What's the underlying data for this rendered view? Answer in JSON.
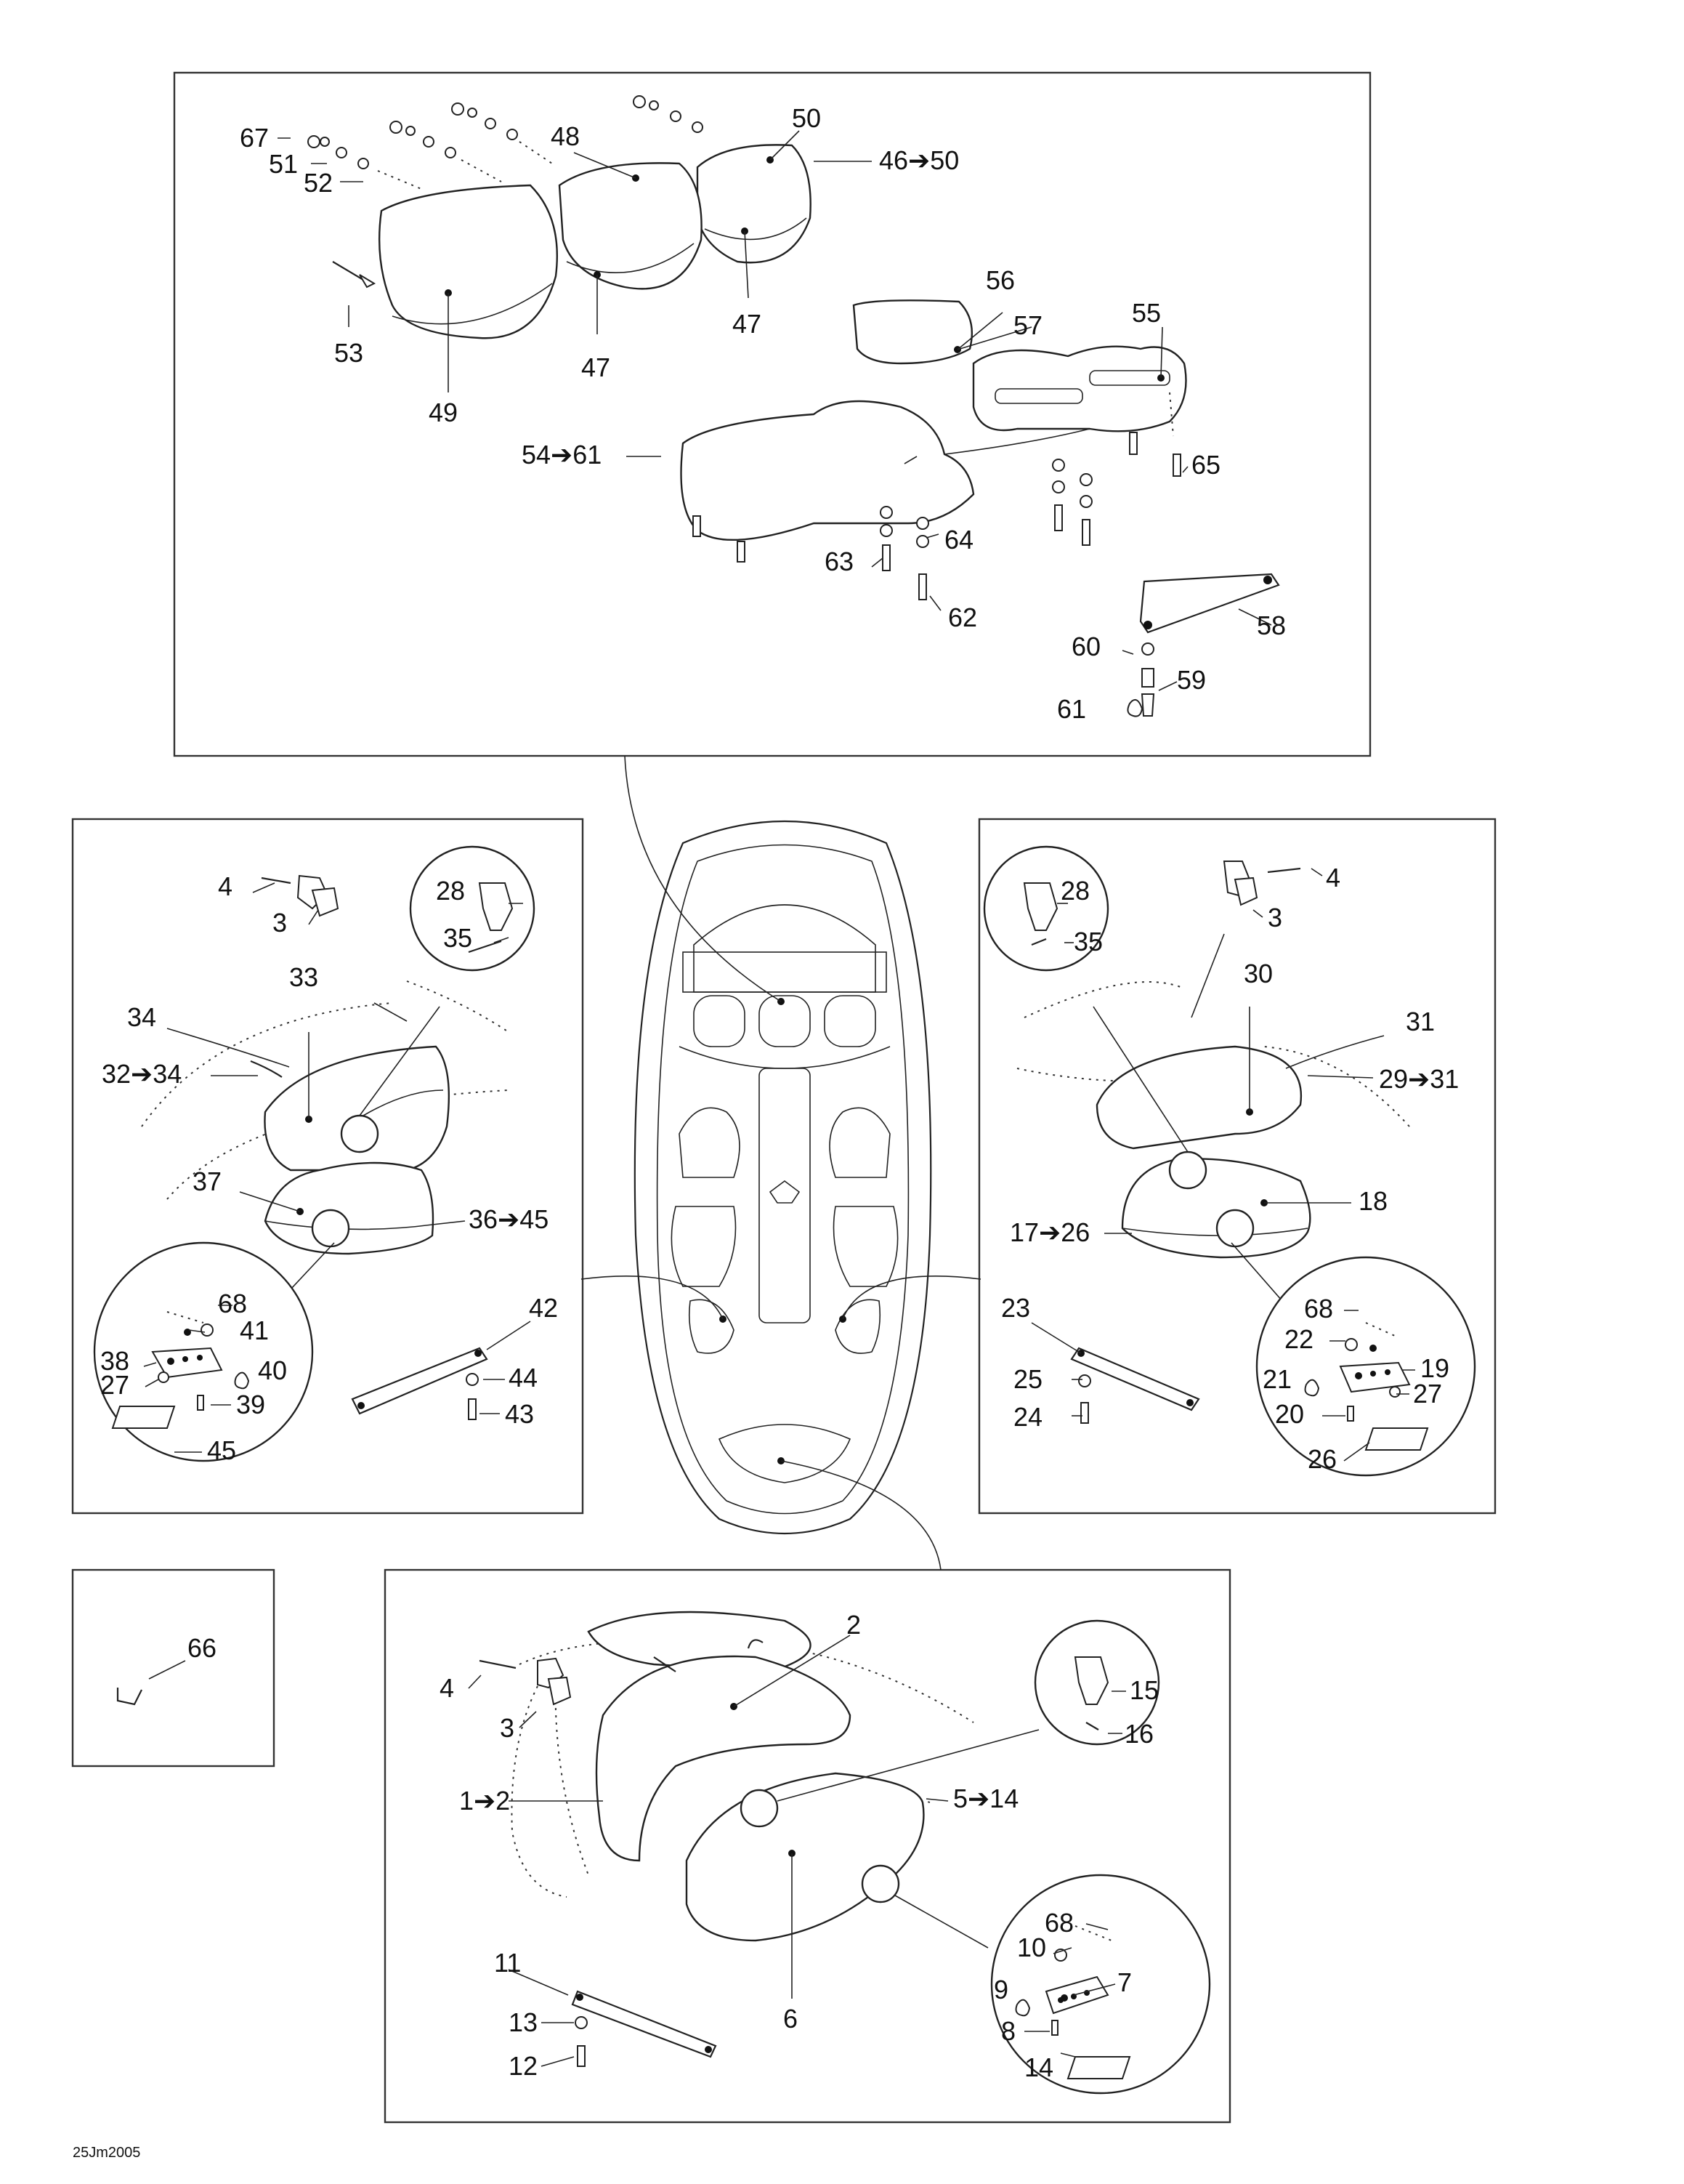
{
  "diagram_code": "25Jm2005",
  "callouts": {
    "p1": "1➔2",
    "p2": "2",
    "p3": "3",
    "p4": "4",
    "p5": "5➔14",
    "p6": "6",
    "p7": "7",
    "p8": "8",
    "p9": "9",
    "p10": "10",
    "p11": "11",
    "p12": "12",
    "p13": "13",
    "p14": "14",
    "p15": "15",
    "p16": "16",
    "p17": "17➔26",
    "p18": "18",
    "p19": "19",
    "p20": "20",
    "p21": "21",
    "p22": "22",
    "p23": "23",
    "p24": "24",
    "p25": "25",
    "p26": "26",
    "p27": "27",
    "p28": "28",
    "p29": "29➔31",
    "p30": "30",
    "p31": "31",
    "p32": "32➔34",
    "p33": "33",
    "p34": "34",
    "p35": "35",
    "p36": "36➔45",
    "p37": "37",
    "p38": "38",
    "p39": "39",
    "p40": "40",
    "p41": "41",
    "p42": "42",
    "p43": "43",
    "p44": "44",
    "p45": "45",
    "p46": "46➔50",
    "p47": "47",
    "p48": "48",
    "p49": "49",
    "p50": "50",
    "p51": "51",
    "p52": "52",
    "p53": "53",
    "p54": "54➔61",
    "p55": "55",
    "p56": "56",
    "p57": "57",
    "p58": "58",
    "p59": "59",
    "p60": "60",
    "p61": "61",
    "p62": "62",
    "p63": "63",
    "p64": "64",
    "p65": "65",
    "p66": "66",
    "p67": "67",
    "p68": "68"
  }
}
